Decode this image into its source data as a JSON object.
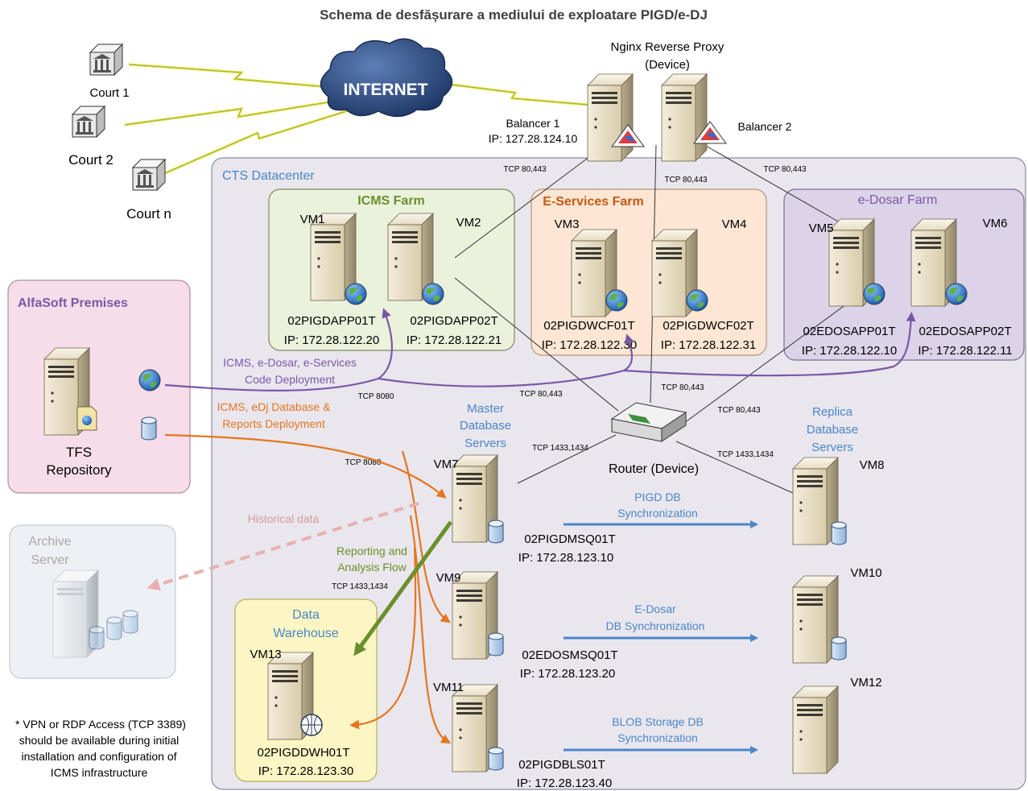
{
  "title": "Schema de desfășurare a mediului de exploatare PIGD/e-DJ",
  "internet": "INTERNET",
  "courts": [
    "Court 1",
    "Court 2",
    "Court n"
  ],
  "proxy": {
    "line1": "Nginx Reverse Proxy",
    "line2": "(Device)"
  },
  "balancer1": {
    "name": "Balancer 1",
    "ip": "IP: 127.28.124.10"
  },
  "balancer2": {
    "name": "Balancer 2"
  },
  "datacenter": "CTS Datacenter",
  "farms": {
    "icms": "ICMS Farm",
    "eservices": "E-Services Farm",
    "edosar": "e-Dosar Farm"
  },
  "vms": {
    "vm1": {
      "label": "VM1",
      "host": "02PIGDAPP01T",
      "ip": "IP: 172.28.122.20"
    },
    "vm2": {
      "label": "VM2",
      "host": "02PIGDAPP02T",
      "ip": "IP: 172.28.122.21"
    },
    "vm3": {
      "label": "VM3",
      "host": "02PIGDWCF01T",
      "ip": "IP: 172.28.122.30"
    },
    "vm4": {
      "label": "VM4",
      "host": "02PIGDWCF02T",
      "ip": "IP: 172.28.122.31"
    },
    "vm5": {
      "label": "VM5",
      "host": "02EDOSAPP01T",
      "ip": "IP: 172.28.122.10"
    },
    "vm6": {
      "label": "VM6",
      "host": "02EDOSAPP02T",
      "ip": "IP: 172.28.122.11"
    },
    "vm7": {
      "label": "VM7",
      "host": "02PIGDMSQ01T",
      "ip": "IP: 172.28.123.10"
    },
    "vm8": {
      "label": "VM8"
    },
    "vm9": {
      "label": "VM9",
      "host": "02EDOSMSQ01T",
      "ip": "IP: 172.28.123.20"
    },
    "vm10": {
      "label": "VM10"
    },
    "vm11": {
      "label": "VM11",
      "host": "02PIGDBLS01T",
      "ip": "IP: 172.28.123.40"
    },
    "vm12": {
      "label": "VM12"
    },
    "vm13": {
      "label": "VM13",
      "host": "02PIGDDWH01T",
      "ip": "IP: 172.28.123.30"
    }
  },
  "alfasoft": {
    "title": "AlfaSoft Premises",
    "tfs1": "TFS",
    "tfs2": "Repository"
  },
  "code_deploy": {
    "line1": "ICMS, e-Dosar, e-Services",
    "line2": "Code Deployment"
  },
  "db_deploy": {
    "line1": "ICMS, eDj Database &",
    "line2": "Reports Deployment"
  },
  "master": {
    "line1": "Master",
    "line2": "Database",
    "line3": "Servers"
  },
  "replica": {
    "line1": "Replica",
    "line2": "Database",
    "line3": "Servers"
  },
  "router": "Router (Device)",
  "sync": {
    "pigd": {
      "line1": "PIGD DB",
      "line2": "Synchronization"
    },
    "edosar": {
      "line1": "E-Dosar",
      "line2": "DB Synchronization"
    },
    "blob": {
      "line1": "BLOB Storage DB",
      "line2": "Synchronization"
    }
  },
  "historical": "Historical data",
  "archive": {
    "line1": "Archive",
    "line2": "Server"
  },
  "reporting": {
    "line1": "Reporting and",
    "line2": "Analysis Flow"
  },
  "warehouse": {
    "line1": "Data",
    "line2": "Warehouse"
  },
  "note": [
    "* VPN or RDP Access (TCP 3389)",
    "should be available during initial",
    "installation and configuration of",
    "ICMS infrastructure"
  ],
  "ports": {
    "p1": "TCP 80,443",
    "p2": "TCP 80,443",
    "p3": "TCP 80,443",
    "p4": "TCP 8080",
    "p5": "TCP 80,443",
    "p6": "TCP 80,443",
    "p7": "TCP 80,443",
    "p8": "TCP 1433,1434",
    "p9": "TCP 1433,1434",
    "p10": "TCP 8080",
    "p11": "TCP 1433,1434"
  },
  "colors": {
    "blue": "#4a86c7",
    "purple": "#7a58a8",
    "orange": "#e5761f",
    "green": "#6b8f2a",
    "pink": "#e8b0b0",
    "icms_bg": "#eaf2dc",
    "eservices_bg": "#fde6d4",
    "edosar_bg": "#ddd3e8",
    "datacenter_bg": "#e9e6ee",
    "alfasoft_bg": "#f7dde9",
    "warehouse_bg": "#fbf6c4"
  }
}
